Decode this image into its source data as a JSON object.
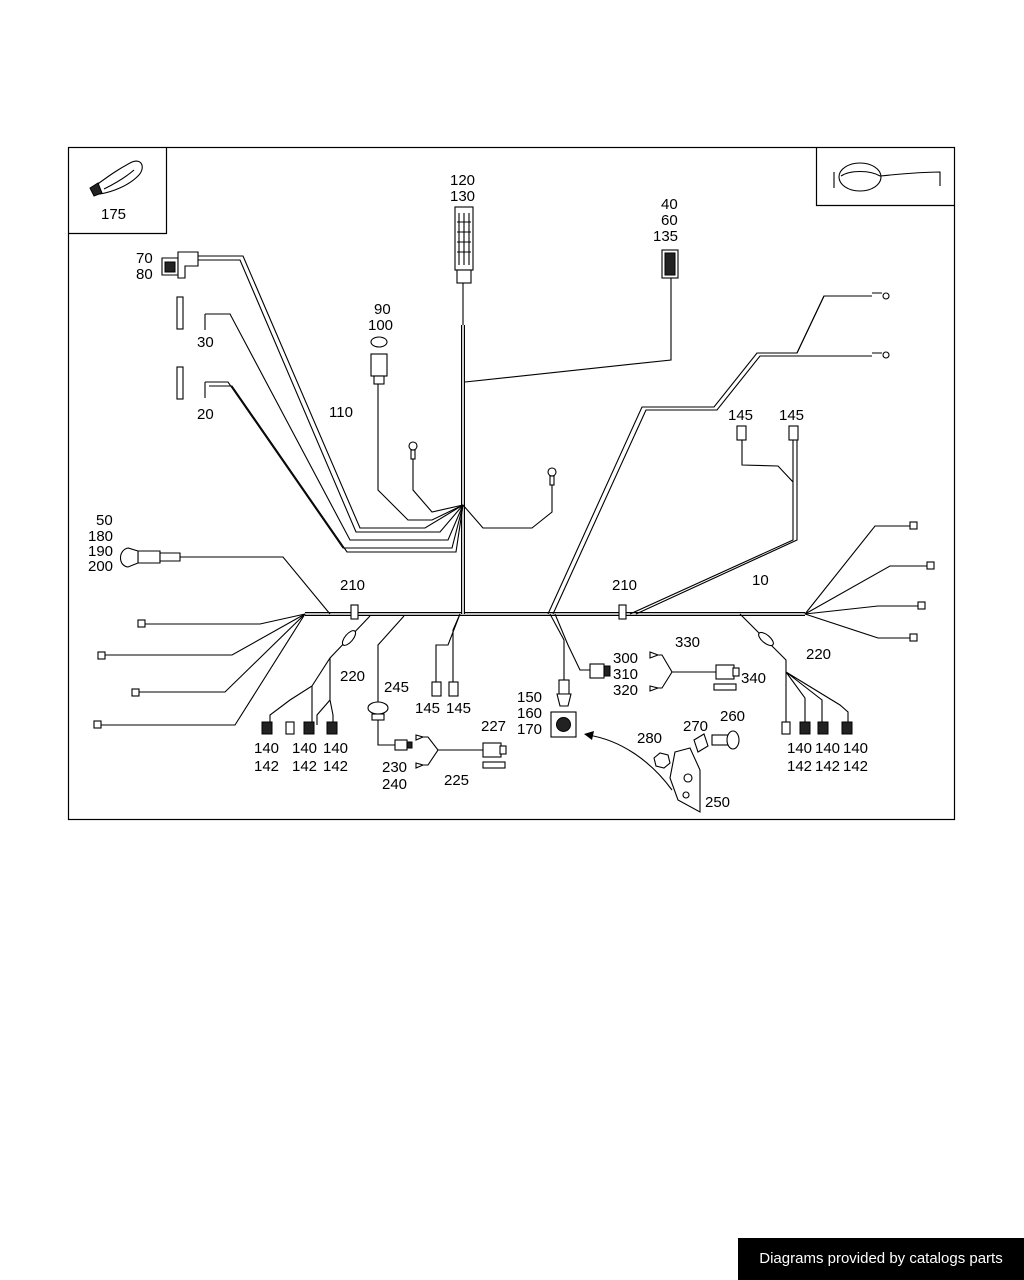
{
  "callouts": {
    "c175": "175",
    "c120": "120",
    "c130": "130",
    "c40": "40",
    "c60": "60",
    "c135": "135",
    "c70": "70",
    "c80": "80",
    "c90": "90",
    "c100": "100",
    "c30": "30",
    "c20": "20",
    "c110": "110",
    "c145a": "145",
    "c145b": "145",
    "c145c": "145",
    "c145d": "145",
    "c50": "50",
    "c180": "180",
    "c190": "190",
    "c200": "200",
    "c210a": "210",
    "c210b": "210",
    "c10": "10",
    "c220a": "220",
    "c220b": "220",
    "c245": "245",
    "c227": "227",
    "c225": "225",
    "c230": "230",
    "c240": "240",
    "c150": "150",
    "c160": "160",
    "c170": "170",
    "c300": "300",
    "c310": "310",
    "c320": "320",
    "c330": "330",
    "c340": "340",
    "c280": "280",
    "c270": "270",
    "c260": "260",
    "c250": "250",
    "c140a": "140",
    "c142a": "142",
    "c140b": "140",
    "c142b": "142",
    "c140c": "140",
    "c142c": "142",
    "c140d": "140",
    "c142d": "142",
    "c140e": "140",
    "c142e": "142",
    "c140f": "140",
    "c142f": "142"
  },
  "footer": {
    "credit": "Diagrams provided by catalogs parts"
  }
}
